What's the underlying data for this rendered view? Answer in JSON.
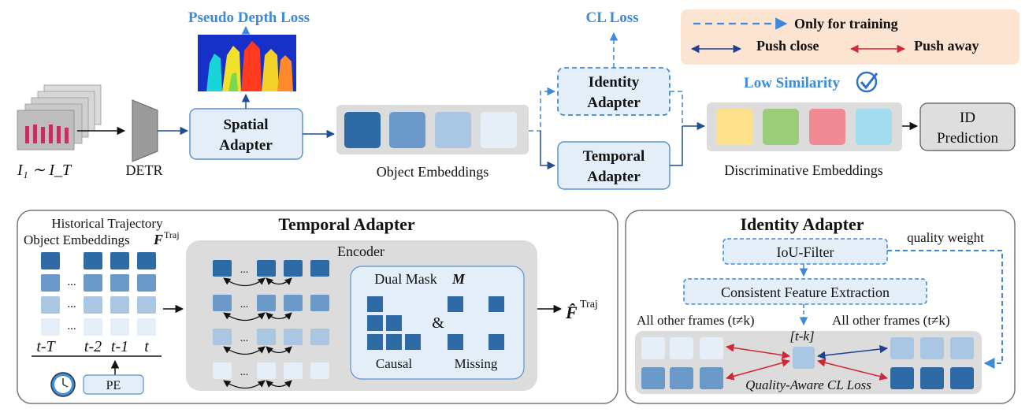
{
  "top": {
    "pseudo_depth_loss": "Pseudo Depth Loss",
    "cl_loss": "CL Loss",
    "input_label": "I₁ ∼ I_T",
    "detr": "DETR",
    "spatial_adapter_line1": "Spatial",
    "spatial_adapter_line2": "Adapter",
    "identity_adapter_line1": "Identity",
    "identity_adapter_line2": "Adapter",
    "temporal_adapter_line1": "Temporal",
    "temporal_adapter_line2": "Adapter",
    "object_embeddings": "Object Embeddings",
    "discriminative_embeddings": "Discriminative Embeddings",
    "low_similarity": "Low Similarity",
    "id_prediction_line1": "ID",
    "id_prediction_line2": "Prediction"
  },
  "legend": {
    "only_for_training": "Only for training",
    "push_close": "Push close",
    "push_away": "Push away"
  },
  "temporal_panel": {
    "title": "Temporal Adapter",
    "hist_line1": "Historical Trajectory",
    "hist_line2": "Object Embeddings",
    "hist_symbol": "F",
    "hist_sup": "Traj",
    "time_labels": [
      "t-T",
      "t-2",
      "t-1",
      "t"
    ],
    "pe": "PE",
    "encoder": "Encoder",
    "dual_mask": "Dual Mask",
    "dual_mask_symbol": "M",
    "causal": "Causal",
    "missing": "Missing",
    "ampersand": "&",
    "ellipsis": "...",
    "output_symbol": "F̂",
    "output_sup": "Traj"
  },
  "identity_panel": {
    "title": "Identity Adapter",
    "quality_weight": "quality weight",
    "iou_filter": "IoU-Filter",
    "consistent_feature_extraction": "Consistent Feature Extraction",
    "all_other_frames_left": "All other frames (t≠k)",
    "all_other_frames_right": "All other frames (t≠k)",
    "tk": "[t-k]",
    "quality_aware_cl_loss": "Quality-Aware CL Loss"
  },
  "colors": {
    "emb_dark": "#2e6aa5",
    "emb_mid": "#6b9ac8",
    "emb_light": "#a9c6e3",
    "emb_pale": "#e6eff8",
    "yellow": "#fde08a",
    "green": "#9acc7a",
    "red": "#f08a94",
    "cyan": "#a3dcef",
    "legend_bg": "#fce4d3",
    "adapter_fill": "#e4eef9",
    "adapter_stroke": "#5b93d1",
    "accent_blue": "#3c8ad8",
    "push_close": "#1f3f8f",
    "push_away": "#d0283a"
  }
}
